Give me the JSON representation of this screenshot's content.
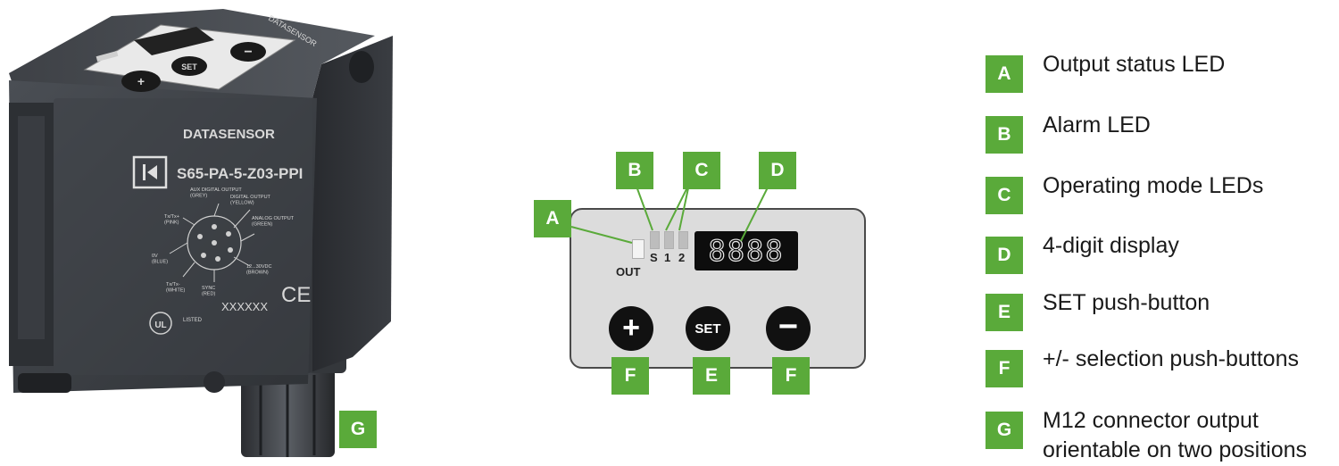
{
  "colors": {
    "tag_green": "#5aaa3a",
    "panel_bg": "#dcdcdc",
    "button_black": "#111111",
    "device_body": "#3a3d42"
  },
  "device": {
    "brand": "DATASENSOR",
    "model": "S65-PA-5-Z03-PPI",
    "serial": "XXXXXX",
    "ce_mark": "CE",
    "top_brand": "DATASENSOR",
    "top_buttons": [
      "+",
      "SET",
      "−"
    ],
    "pin_labels": {
      "aux": "AUX DIGITAL OUTPUT\n(GREY)",
      "digital": "DIGITAL OUTPUT\n(YELLOW)",
      "analog": "ANALOG OUTPUT\n(GREEN)",
      "v_supply": "12...30VDC\n(BROWN)",
      "sync": "SYNC\n(RED)",
      "txrx_white": "Tx/Tx-\n(WHITE)",
      "zero_v": "0V\n(BLUE)",
      "txrx_pink": "Tx/Tx+\n(PINK)"
    },
    "cert": "LISTED",
    "tag": "G"
  },
  "panel": {
    "out_label": "OUT",
    "led_labels": [
      "S",
      "1",
      "2"
    ],
    "display_value": "8888",
    "buttons": [
      {
        "symbol": "+",
        "tag": "F"
      },
      {
        "symbol": "SET",
        "tag": "E"
      },
      {
        "symbol": "−",
        "tag": "F"
      }
    ],
    "callouts": [
      "A",
      "B",
      "C",
      "D"
    ]
  },
  "legend": [
    {
      "tag": "A",
      "text": "Output status LED"
    },
    {
      "tag": "B",
      "text": "Alarm LED"
    },
    {
      "tag": "C",
      "text": "Operating mode LEDs"
    },
    {
      "tag": "D",
      "text": "4-digit display"
    },
    {
      "tag": "E",
      "text": "SET push-button"
    },
    {
      "tag": "F",
      "text": "+/- selection push-buttons"
    },
    {
      "tag": "G",
      "text": "M12 connector output orientable on two positions",
      "lines": [
        "M12 connector output",
        "orientable on two positions"
      ]
    }
  ]
}
